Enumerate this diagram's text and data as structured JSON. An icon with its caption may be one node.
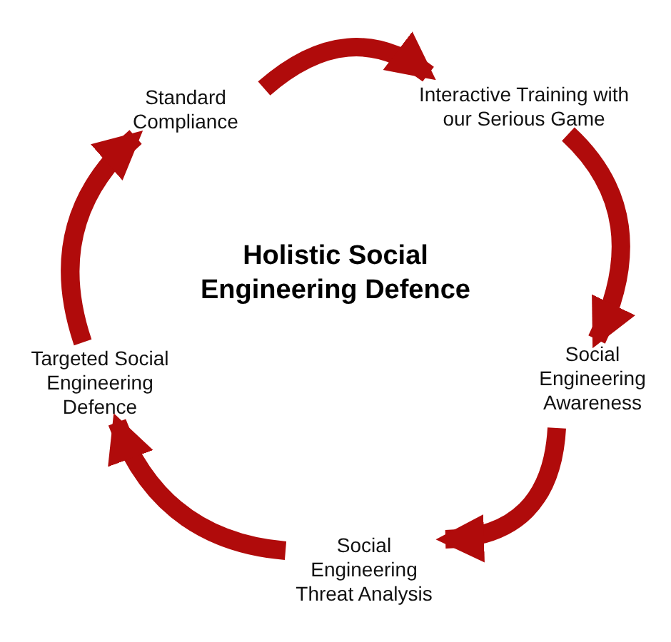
{
  "diagram": {
    "title": "Holistic Social Engineering Defence",
    "nodes": [
      {
        "text": [
          "Standard Compliance"
        ]
      },
      {
        "text": [
          "Interactive Training with our Serious Game"
        ]
      },
      {
        "text": [
          "Social Engineering Awareness"
        ]
      },
      {
        "text": [
          "Social Engineering Threat Analysis"
        ]
      },
      {
        "text": [
          "Targeted Social Engineering Defence"
        ]
      }
    ],
    "edges": [
      {
        "from": 0,
        "to": 1,
        "arrow": "to"
      },
      {
        "from": 1,
        "to": 2,
        "arrow": "to"
      },
      {
        "from": 2,
        "to": 3,
        "arrow": "to"
      },
      {
        "from": 3,
        "to": 4,
        "arrow": "to"
      },
      {
        "from": 4,
        "to": 0,
        "arrow": "to"
      }
    ]
  }
}
